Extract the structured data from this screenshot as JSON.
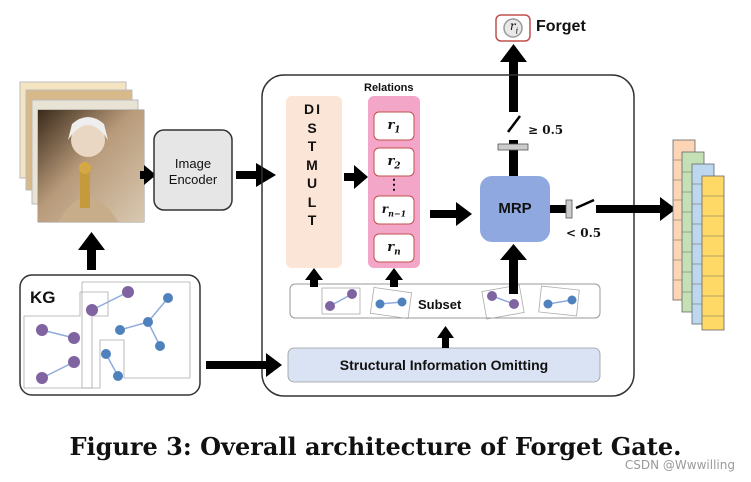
{
  "diagram": {
    "forget_label": "Forget",
    "forget_symbol": "r",
    "forget_symbol_sub": "i",
    "image_encoder_label_line1": "Image",
    "image_encoder_label_line2": "Encoder",
    "kg_label": "KG",
    "distmult_label": "DISTMULT",
    "relations_title": "Relations",
    "relations": [
      {
        "symbol": "r",
        "sub": "1"
      },
      {
        "symbol": "r",
        "sub": "2"
      },
      {
        "symbol": "⋮",
        "sub": ""
      },
      {
        "symbol": "r",
        "sub": "n−1"
      },
      {
        "symbol": "r",
        "sub": "n"
      }
    ],
    "mrp_label": "MRP",
    "threshold_high": "≥ 0.5",
    "threshold_low": "< 0.5",
    "subset_label": "Subset",
    "structural_label": "Structural Information Omitting"
  },
  "caption": "Figure 3: Overall architecture of Forget Gate.",
  "watermark": "CSDN @Wwwilling",
  "colors": {
    "distmult_fill": "#fbe5d6",
    "relations_fill": "#f4a6c8",
    "mrp_fill": "#8fa8e0",
    "structural_fill": "#dae3f3",
    "encoder_fill": "#e6e6e6",
    "node_purple": "#8064a2",
    "node_blue": "#4f81bd"
  }
}
